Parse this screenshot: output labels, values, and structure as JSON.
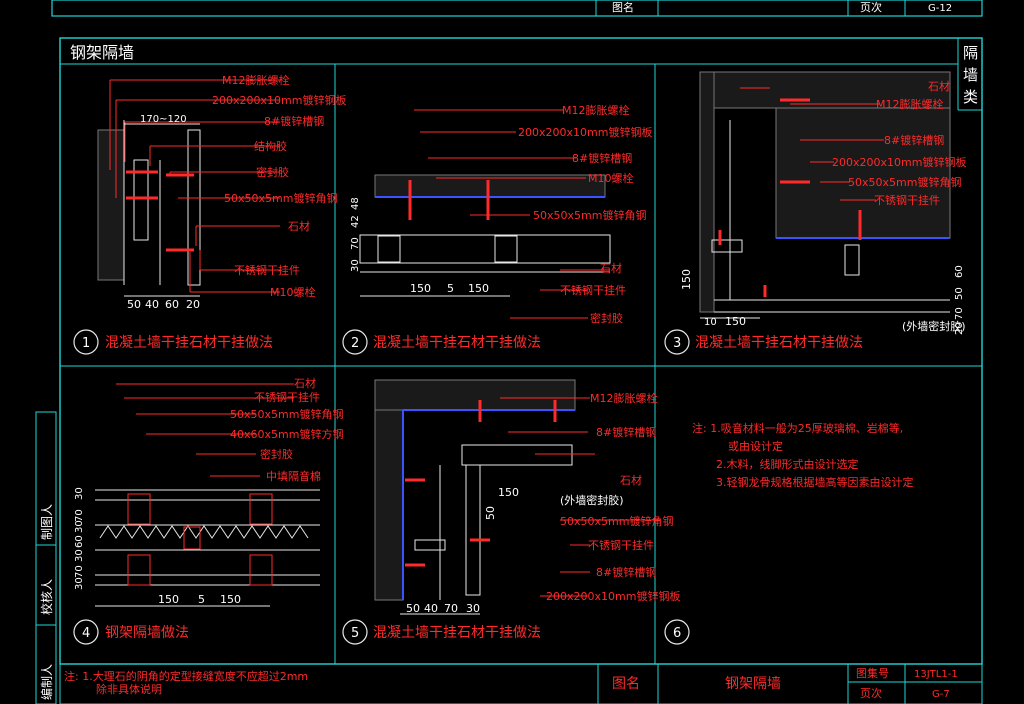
{
  "colors": {
    "background": "#000000",
    "frame": "#1fd6d6",
    "annotation": "#ff2a2a",
    "dimension": "#ffffff",
    "structure": "#e8e8e8",
    "accent_blue": "#3a52ff"
  },
  "top_strip": {
    "label_tuming": "图名",
    "page_label": "页次",
    "page_value": "G-12"
  },
  "section_title": "钢架隔墙",
  "side_category": [
    "隔",
    "墙",
    "类"
  ],
  "left_roles": [
    "制图人",
    "校核人",
    "编制人"
  ],
  "panels": [
    {
      "num": "1",
      "caption": "混凝土墙干挂石材干挂做法",
      "labels": [
        "M12膨胀螺栓",
        "200x200x10mm镀锌钢板",
        "8#镀锌槽钢",
        "结构胶",
        "密封胶",
        "50x50x5mm镀锌角钢",
        "石材",
        "不锈钢干挂件",
        "M10螺栓"
      ],
      "dims": [
        "50",
        "40",
        "60",
        "20"
      ],
      "dim_top": "170~120"
    },
    {
      "num": "2",
      "caption": "混凝土墙干挂石材干挂做法",
      "labels": [
        "M12膨胀螺栓",
        "200x200x10mm镀锌钢板",
        "8#镀锌槽钢",
        "M10螺栓",
        "50x50x5mm镀锌角钢",
        "石材",
        "不锈钢干挂件",
        "密封胶"
      ],
      "dims": [
        "150",
        "5",
        "150"
      ],
      "dims_v": [
        "30",
        "70",
        "42",
        "48"
      ]
    },
    {
      "num": "3",
      "caption": "混凝土墙干挂石材干挂做法",
      "labels": [
        "石材",
        "M12膨胀螺栓",
        "8#镀锌槽钢",
        "200x200x10mm镀锌钢板",
        "50x50x5mm镀锌角钢",
        "不锈钢干挂件",
        "(外墙密封胶)"
      ],
      "dims": [
        "10",
        "150"
      ],
      "dims_v": [
        "150",
        "60",
        "50",
        "70",
        "20"
      ]
    },
    {
      "num": "4",
      "caption": "钢架隔墙做法",
      "labels": [
        "石材",
        "不锈钢干挂件",
        "50x50x5mm镀锌角钢",
        "40x60x5mm镀锌方钢",
        "密封胶",
        "中填隔音棉"
      ],
      "dims": [
        "150",
        "5",
        "150"
      ],
      "dims_v": [
        "30",
        "70",
        "30",
        "60",
        "30",
        "70",
        "30"
      ]
    },
    {
      "num": "5",
      "caption": "混凝土墙干挂石材干挂做法",
      "labels": [
        "M12膨胀螺栓",
        "8#镀锌槽钢",
        "石材",
        "(外墙密封胶)",
        "50x50x5mm镀锌角钢",
        "不锈钢干挂件",
        "8#镀锌槽钢",
        "200x200x10mm镀锌钢板"
      ],
      "dims": [
        "50",
        "40",
        "70",
        "30"
      ],
      "dims_v": [
        "150",
        "50"
      ]
    },
    {
      "num": "6",
      "caption": ""
    }
  ],
  "notes": [
    "注: 1.吸音材料一般为25厚玻璃棉、岩棉等,",
    "或由设计定",
    "2.木料，线脚形式由设计选定",
    "3.轻钢龙骨规格根据墙高等因素由设计定"
  ],
  "footer": {
    "note_line1": "注: 1.大理石的阴角的定型接缝宽度不应超过2mm",
    "note_line2": "除非具体说明",
    "label_tuming": "图名",
    "title": "钢架隔墙",
    "label_atlas": "图集号",
    "atlas_value": "13JTL1-1",
    "label_page": "页次",
    "page_value": "G-7"
  }
}
